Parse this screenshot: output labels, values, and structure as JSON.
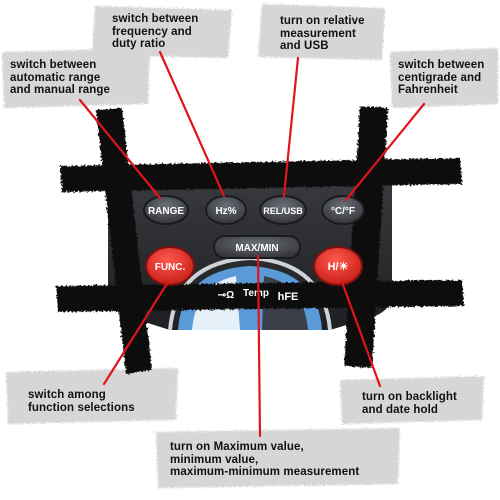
{
  "callouts": {
    "frequency": [
      "switch between",
      "frequency and",
      "duty ratio"
    ],
    "relative": [
      "turn on relative",
      "measurement",
      "and USB"
    ],
    "range": [
      "switch between",
      "automatic range",
      "and manual range"
    ],
    "temperature": [
      "switch between",
      "centigrade and",
      "Fahrenheit"
    ],
    "function": [
      "switch among",
      "function selections"
    ],
    "backlight": [
      "turn on backlight",
      "and date hold"
    ],
    "maxmin": [
      "turn on Maximum value,",
      "minimum value,",
      "maximum-minimum measurement"
    ]
  },
  "buttons": {
    "range": "RANGE",
    "hz": "Hz%",
    "relusb": "REL/USB",
    "temp": "°C/°F",
    "func": "FUNC.",
    "maxmin": "MAX/MIN",
    "hold": "H/☀"
  },
  "dial": {
    "labels": [
      "⊸Ω",
      "Temp",
      "hFE"
    ]
  },
  "colors": {
    "leader_line": "#e0141c",
    "red_button": "#e8322c",
    "gray_button": "#4a4d54",
    "device_body": "#2a2b2f",
    "dial_blue": "#5a9ad6",
    "paper_background": "#d8d8d8"
  }
}
